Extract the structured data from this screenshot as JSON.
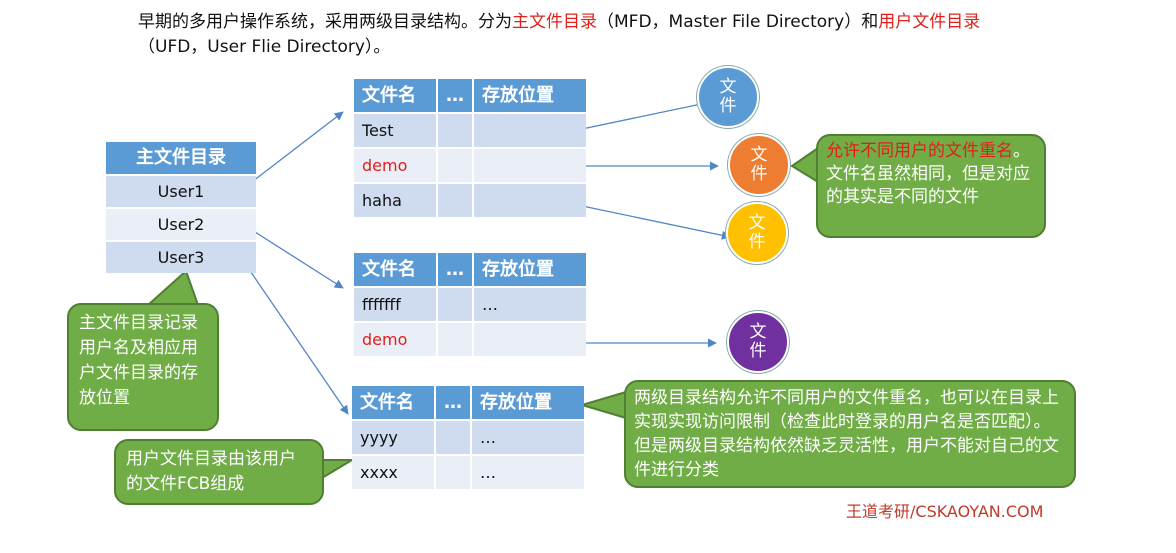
{
  "intro": {
    "part1": "早期的多用户操作系统，采用两级目录结构。分为",
    "mfd_term": "主文件目录",
    "part2": "（MFD，Master File Directory）和",
    "ufd_term": "用户文件目录",
    "part3": "（UFD，User Flie Directory）。"
  },
  "mfd": {
    "title": "主文件目录",
    "rows": [
      "User1",
      "User2",
      "User3"
    ]
  },
  "ufd_headers": {
    "name": "文件名",
    "more": "…",
    "location": "存放位置"
  },
  "ufd1": {
    "rows": [
      {
        "name": "Test",
        "more": "",
        "location": ""
      },
      {
        "name": "demo",
        "more": "",
        "location": ""
      },
      {
        "name": "haha",
        "more": "",
        "location": ""
      }
    ]
  },
  "ufd2": {
    "rows": [
      {
        "name": "fffffff",
        "more": "",
        "location": "…"
      },
      {
        "name": "demo",
        "more": "",
        "location": ""
      }
    ]
  },
  "ufd3": {
    "rows": [
      {
        "name": "yyyy",
        "more": "",
        "location": "…"
      },
      {
        "name": "xxxx",
        "more": "",
        "location": "…"
      }
    ]
  },
  "files": {
    "label": "文件",
    "colors": {
      "blue": "#5b9bd5",
      "orange": "#ed7d31",
      "yellow": "#ffc000",
      "purple": "#7030a0"
    }
  },
  "callouts": {
    "mfd_note": "主文件目录记录用户名及相应用户文件目录的存放位置",
    "ufd_note": "用户文件目录由该用户的文件FCB组成",
    "same_name_red": "允许不同用户的文件重名",
    "same_name_rest": "。文件名虽然相同，但是对应的其实是不同的文件",
    "two_level_note": "两级目录结构允许不同用户的文件重名，也可以在目录上实现实现访问限制（检查此时登录的用户名是否匹配）。但是两级目录结构依然缺乏灵活性，用户不能对自己的文件进行分类"
  },
  "watermark": "王道考研/CSKAOYAN.COM",
  "colors": {
    "accent_red": "#e0201b",
    "header_blue": "#5b9bd5",
    "callout_green": "#70ad47"
  }
}
